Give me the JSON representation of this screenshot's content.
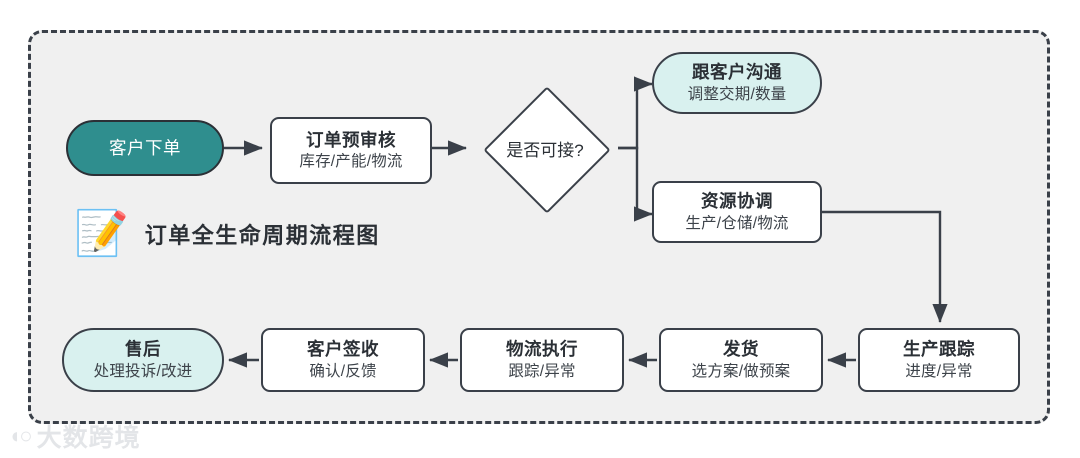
{
  "diagram": {
    "title": "订单全生命周期流程图",
    "title_icon": "notepad-pencil-icon",
    "frame_style": "dashed",
    "background": "#f0f0f0",
    "colors": {
      "accent_teal": "#2f8e8e",
      "accent_cyan": "#d9f1ef",
      "stroke": "#3a4049",
      "node_fill": "#ffffff",
      "plate": "#f0f0f0",
      "text": "#2b3036"
    }
  },
  "nodes": {
    "start": {
      "title": "客户下单",
      "sub": "",
      "shape": "pill",
      "fill": "teal"
    },
    "pre_audit": {
      "title": "订单预审核",
      "sub": "库存/产能/物流",
      "shape": "rounded-rect",
      "fill": "white"
    },
    "decision": {
      "title": "是否可接?",
      "shape": "diamond",
      "fill": "white"
    },
    "communicate": {
      "title": "跟客户沟通",
      "sub": "调整交期/数量",
      "shape": "pill",
      "fill": "cyan"
    },
    "resource": {
      "title": "资源协调",
      "sub": "生产/仓储/物流",
      "shape": "rounded-rect",
      "fill": "white"
    },
    "production": {
      "title": "生产跟踪",
      "sub": "进度/异常",
      "shape": "rounded-rect",
      "fill": "white"
    },
    "shipping": {
      "title": "发货",
      "sub": "选方案/做预案",
      "shape": "rounded-rect",
      "fill": "white"
    },
    "logistics": {
      "title": "物流执行",
      "sub": "跟踪/异常",
      "shape": "rounded-rect",
      "fill": "white"
    },
    "signoff": {
      "title": "客户签收",
      "sub": "确认/反馈",
      "shape": "rounded-rect",
      "fill": "white"
    },
    "aftersales": {
      "title": "售后",
      "sub": "处理投诉/改进",
      "shape": "pill",
      "fill": "cyan"
    }
  },
  "watermark": {
    "logo": "大数跨境-logo",
    "text": "大数跨境"
  }
}
